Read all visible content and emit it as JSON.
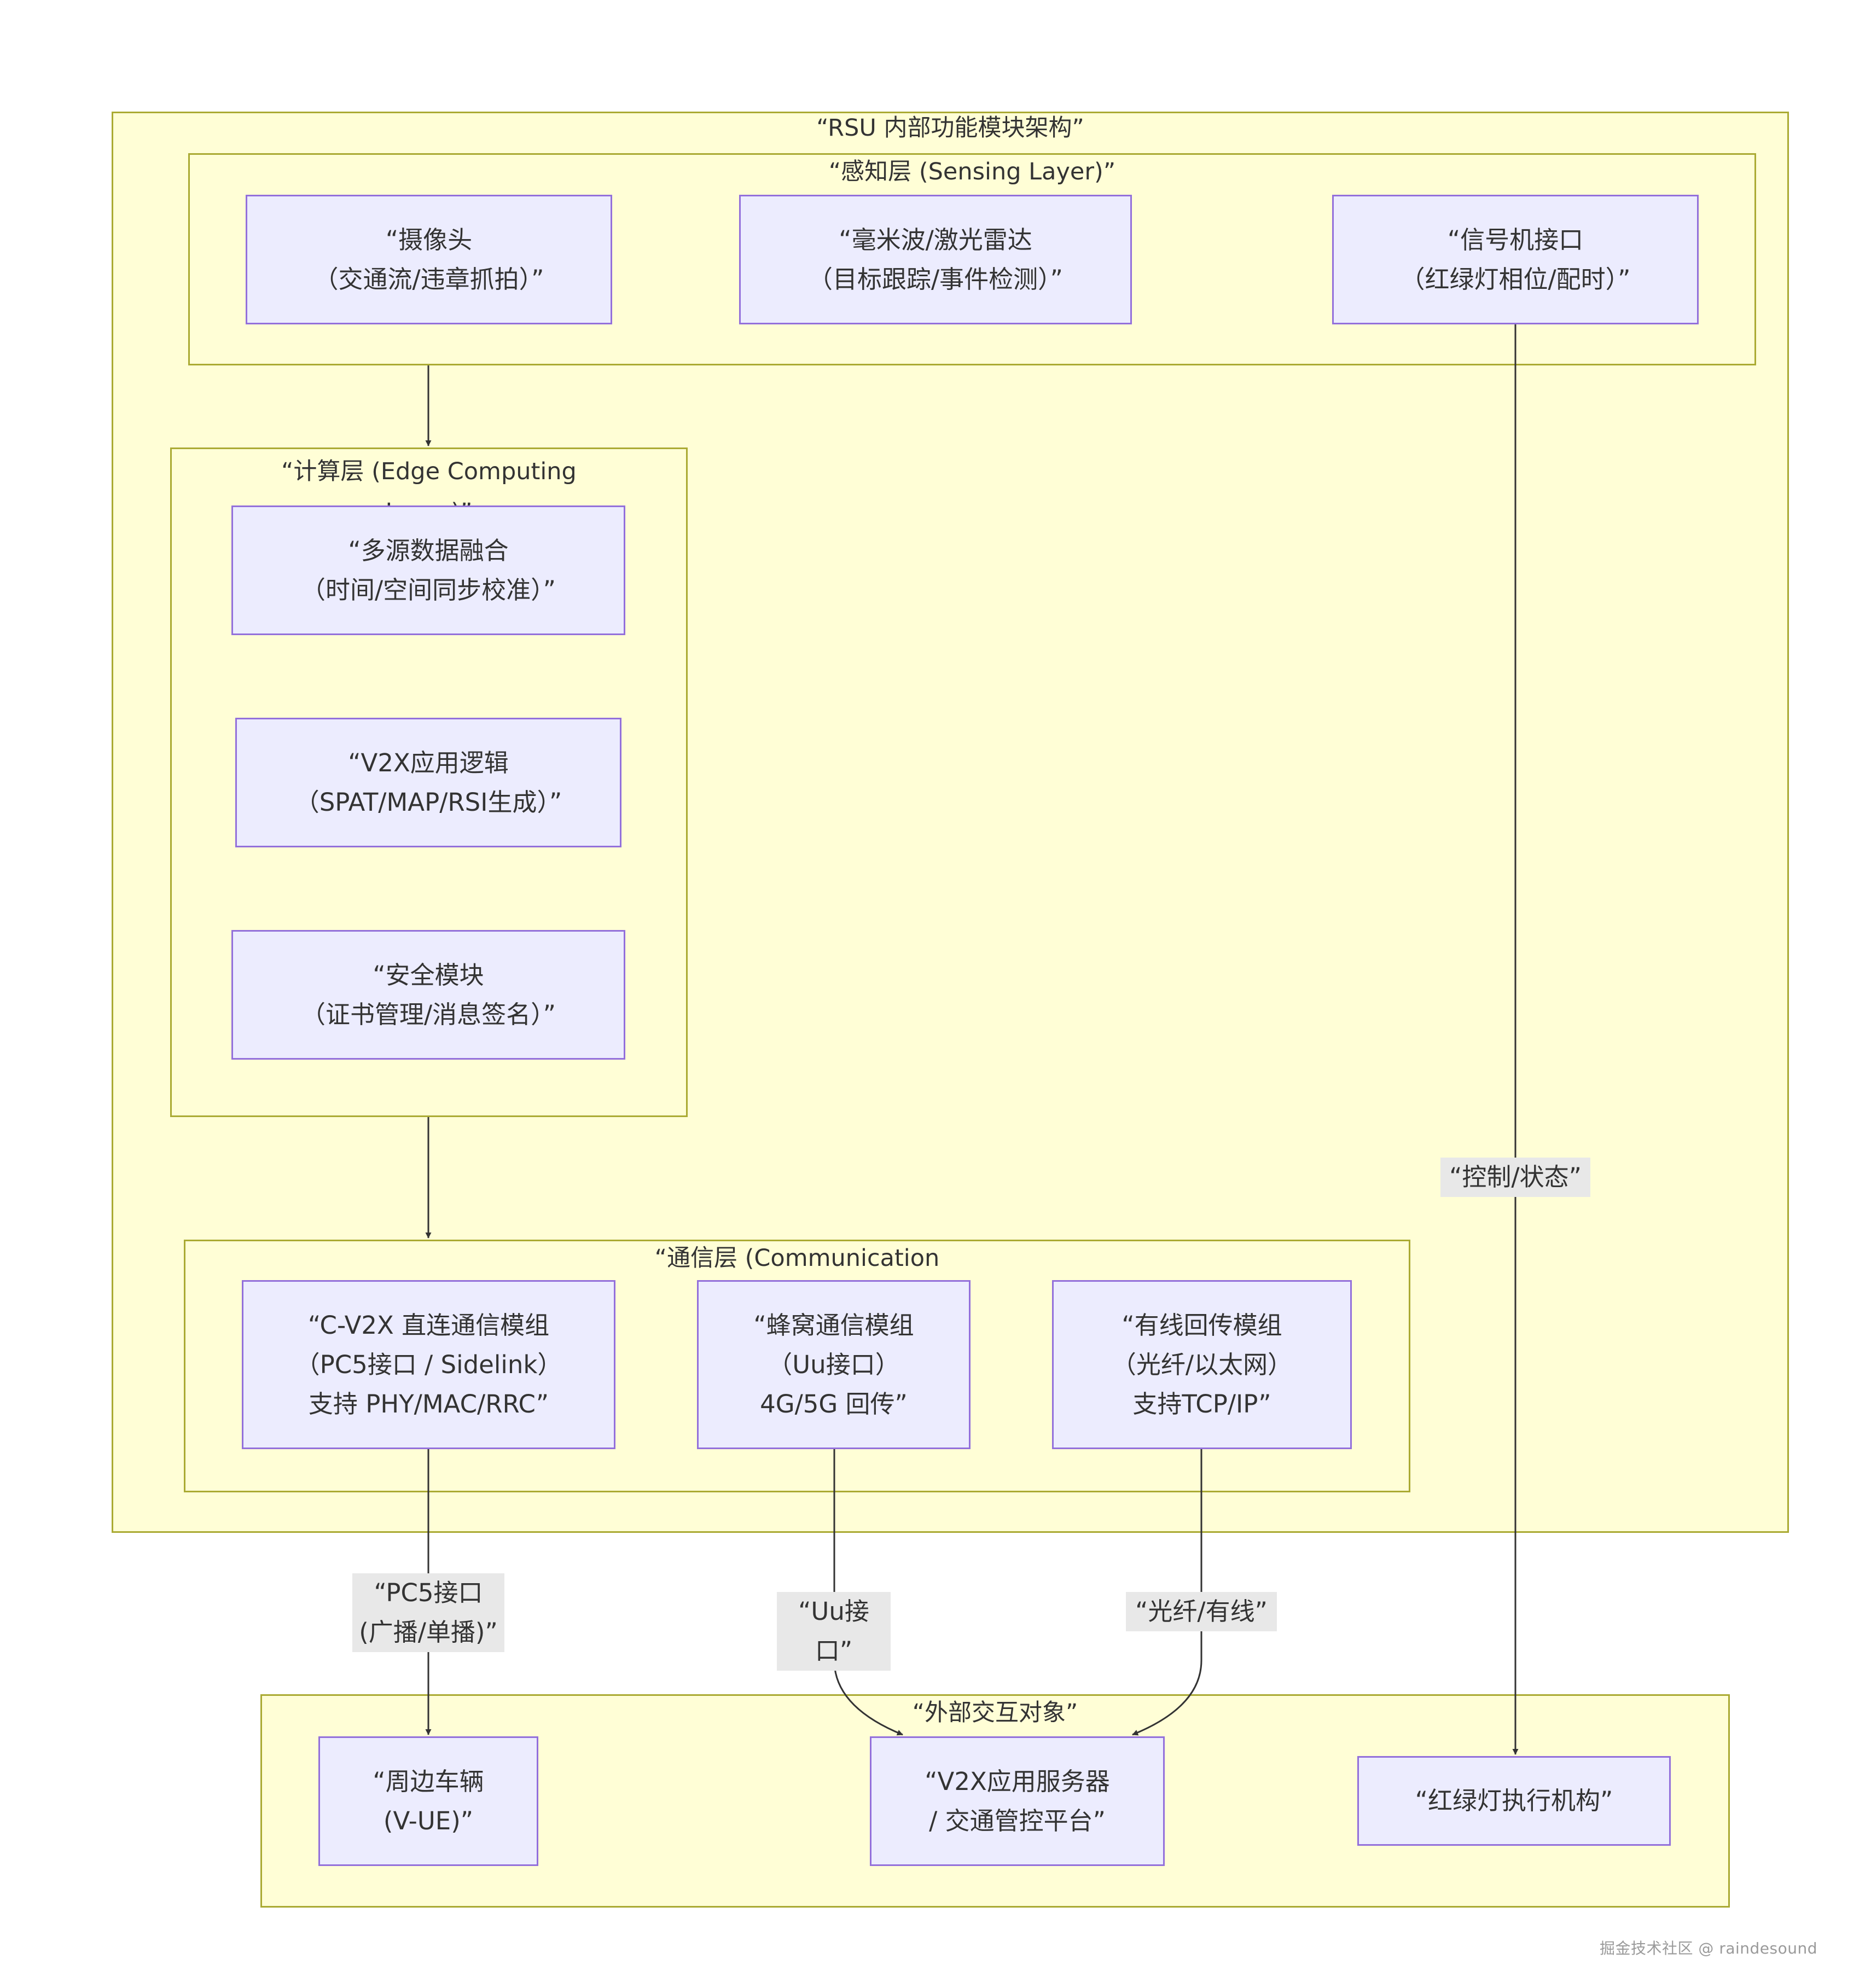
{
  "clusters": {
    "rsu": "“RSU 内部功能模块架构”",
    "sensing": "“感知层 (Sensing Layer)”",
    "compute": "“计算层 (Edge Computing Layer)”",
    "comm": "“通信层 (Communication",
    "external": "“外部交互对象”"
  },
  "nodes": {
    "camera": "“摄像头\n（交通流/违章抓拍）”",
    "radar": "“毫米波/激光雷达\n（目标跟踪/事件检测）”",
    "signal_interface": "“信号机接口\n（红绿灯相位/配时）”",
    "fusion": "“多源数据融合\n（时间/空间同步校准）”",
    "v2x_logic": "“V2X应用逻辑\n（SPAT/MAP/RSI生成）”",
    "security": "“安全模块\n（证书管理/消息签名）”",
    "cv2x": "“C-V2X 直连通信模组\n（PC5接口 / Sidelink）\n支持 PHY/MAC/RRC”",
    "cellular": "“蜂窝通信模组\n（Uu接口）\n4G/5G 回传”",
    "wired": "“有线回传模组\n（光纤/以太网）\n支持TCP/IP”",
    "vehicles": "“周边车辆\n(V-UE)”",
    "server": "“V2X应用服务器\n/ 交通管控平台”",
    "actuator": "“红绿灯执行机构”"
  },
  "edge_labels": {
    "control_status": "“控制/状态”",
    "pc5": "“PC5接口\n(广播/单播)”",
    "uu": "“Uu接口”",
    "fiber": "“光纤/有线”"
  },
  "watermark": "掘金技术社区 @ raindesound",
  "colors": {
    "cluster_fill": "#fffed6",
    "cluster_border": "#aaaa33",
    "node_fill": "#ececfe",
    "node_border": "#9370db",
    "edge": "#333333",
    "edge_label_bg": "#e8e8e8"
  }
}
